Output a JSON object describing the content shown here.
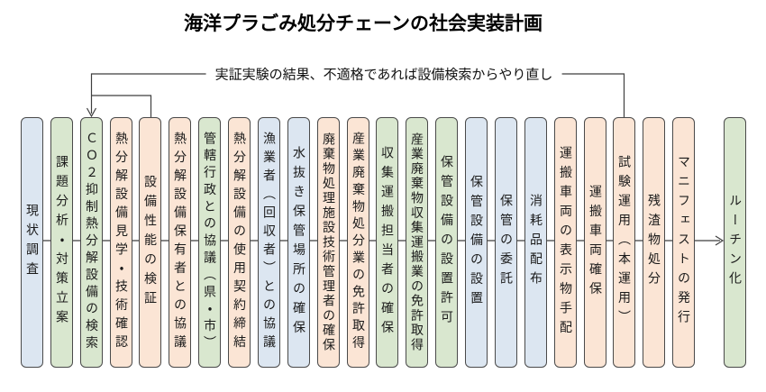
{
  "title": "海洋プラごみ処分チェーンの社会実装計画",
  "feedback_note": "実証実験の結果、不適格であれば設備検索からやり直し",
  "colors": {
    "blue": "#dce6f1",
    "green": "#d9e7cf",
    "peach": "#fbe5d5",
    "border": "#4a4a4a",
    "line": "#3f3f3f"
  },
  "steps": [
    {
      "label": "現状調査",
      "color": "blue"
    },
    {
      "label": "課題分析・対策立案",
      "color": "green"
    },
    {
      "label": "ＣＯ２抑制熱分解設備の検索",
      "color": "green"
    },
    {
      "label": "熱分解設備見学・技術確認",
      "color": "peach"
    },
    {
      "label": "設備性能の検証",
      "color": "peach"
    },
    {
      "label": "熱分解設備保有者との協議",
      "color": "peach"
    },
    {
      "label": "管轄行政との協議（県・市）",
      "color": "green"
    },
    {
      "label": "熱分解設備の使用契約締結",
      "color": "peach"
    },
    {
      "label": "漁業者（回収者）との協議",
      "color": "blue"
    },
    {
      "label": "水抜き保管場所の確保",
      "color": "blue"
    },
    {
      "label": "廃棄物処理施設技術管理者の確保",
      "color": "peach"
    },
    {
      "label": "産業廃棄物処分業の免許取得",
      "color": "peach"
    },
    {
      "label": "収集運搬担当者の確保",
      "color": "green"
    },
    {
      "label": "産業廃棄物収集運搬業の免許取得",
      "color": "green"
    },
    {
      "label": "保管設備の設置許可",
      "color": "green"
    },
    {
      "label": "保管設備の設置",
      "color": "blue"
    },
    {
      "label": "保管の委託",
      "color": "blue"
    },
    {
      "label": "消耗品配布",
      "color": "blue"
    },
    {
      "label": "運搬車両の表示物手配",
      "color": "peach"
    },
    {
      "label": "運搬車両確保",
      "color": "peach"
    },
    {
      "label": "試験運用（本運用）",
      "color": "peach"
    },
    {
      "label": "残渣物処分",
      "color": "peach"
    },
    {
      "label": "マニフェストの発行",
      "color": "peach"
    },
    {
      "label": "ルーチン化",
      "color": "green"
    }
  ]
}
